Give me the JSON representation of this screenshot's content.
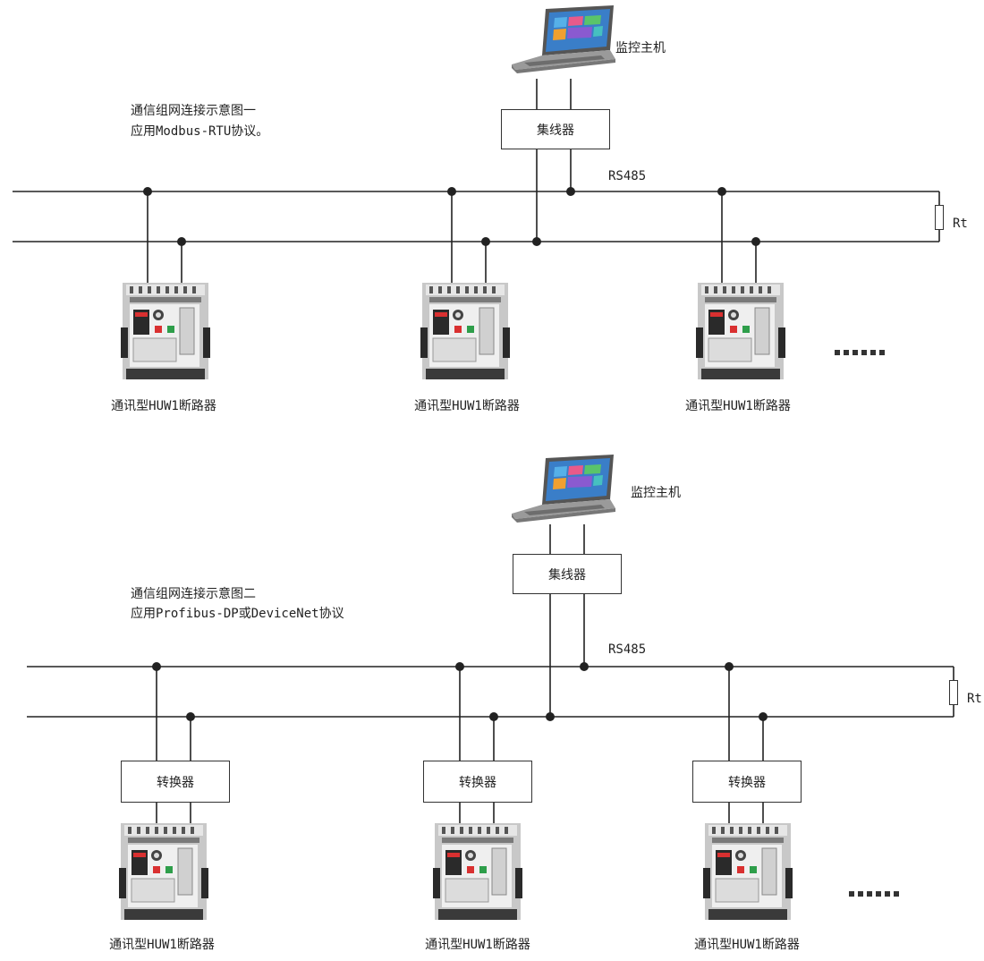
{
  "diagram1": {
    "title_line1": "通信组网连接示意图一",
    "title_line2": "应用Modbus-RTU协议。",
    "host_label": "监控主机",
    "hub_label": "集线器",
    "bus_label": "RS485",
    "resistor_label": "Rt",
    "breaker_labels": [
      "通讯型HUW1断路器",
      "通讯型HUW1断路器",
      "通讯型HUW1断路器"
    ],
    "continuation_marker": "......"
  },
  "diagram2": {
    "title_line1": "通信组网连接示意图二",
    "title_line2": "应用Profibus-DP或DeviceNet协议",
    "host_label": "监控主机",
    "hub_label": "集线器",
    "bus_label": "RS485",
    "resistor_label": "Rt",
    "converter_labels": [
      "转换器",
      "转换器",
      "转换器"
    ],
    "breaker_labels": [
      "通讯型HUW1断路器",
      "通讯型HUW1断路器",
      "通讯型HUW1断路器"
    ],
    "continuation_marker": "......"
  },
  "colors": {
    "line": "#222222",
    "breaker_body": "#b9b9b9",
    "breaker_dark": "#2a2a2a",
    "breaker_red": "#d93030",
    "breaker_green": "#2e9e4a",
    "laptop_screen": "#3a7ec8"
  }
}
